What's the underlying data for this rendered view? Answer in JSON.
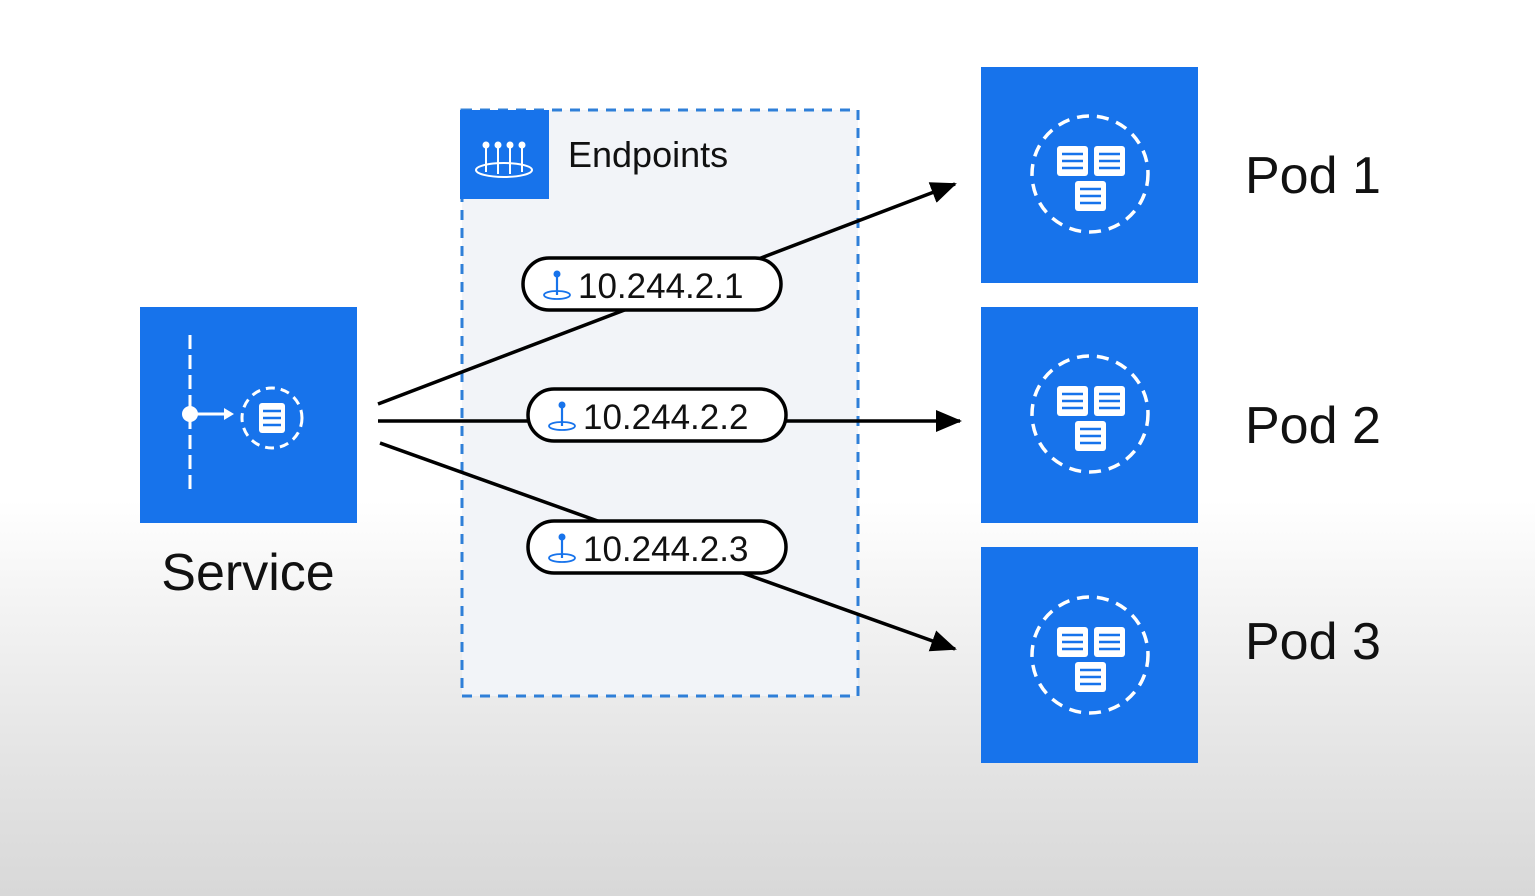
{
  "service": {
    "label": "Service",
    "icon": "service-icon"
  },
  "endpoints": {
    "title": "Endpoints",
    "icon": "endpoints-icon",
    "addresses": [
      "10.244.2.1",
      "10.244.2.2",
      "10.244.2.3"
    ]
  },
  "pods": [
    {
      "label": "Pod 1",
      "icon": "pod-icon"
    },
    {
      "label": "Pod 2",
      "icon": "pod-icon"
    },
    {
      "label": "Pod 3",
      "icon": "pod-icon"
    }
  ],
  "colors": {
    "accent_blue": "#1773eb",
    "dashed_border": "#2f7fd8",
    "endpoints_fill": "#f3f5f9",
    "line": "#000000",
    "text": "#111111"
  }
}
